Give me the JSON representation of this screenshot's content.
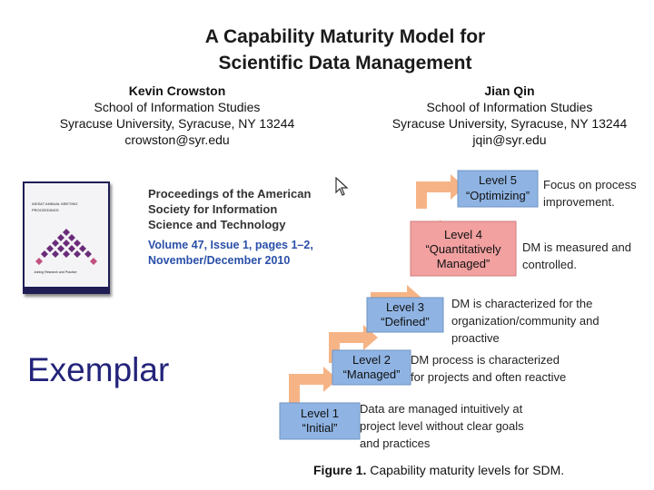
{
  "title": {
    "line1": "A Capability Maturity Model for",
    "line2": "Scientific Data Management"
  },
  "authors": [
    {
      "name": "Kevin Crowston",
      "school": "School of Information Studies",
      "university": "Syracuse University, Syracuse, NY 13244",
      "email": "crowston@syr.edu"
    },
    {
      "name": "Jian Qin",
      "school": "School of Information Studies",
      "university": "Syracuse University, Syracuse, NY 13244",
      "email": "jqin@syr.edu"
    }
  ],
  "cover": {
    "line1": "ASIS&T ANNUAL MEETING",
    "line2": "PROCEEDINGS",
    "line3": "Joining Research and Practice"
  },
  "proceedings": {
    "line1": "Proceedings of the American",
    "line2": "Society for Information",
    "line3": "Science and Technology",
    "volume_line": "Volume 47, Issue 1, pages 1–2,",
    "date_line": "November/December 2010"
  },
  "exemplar": "Exemplar",
  "levels": [
    {
      "name": "Level 1",
      "label": "“Initial”",
      "desc": [
        "Data are managed intuitively at",
        "project level without clear goals",
        "and practices"
      ],
      "color": "#8fb4e3"
    },
    {
      "name": "Level 2",
      "label": "“Managed”",
      "desc": [
        "DM process is characterized",
        "for projects and often reactive"
      ],
      "color": "#8fb4e3"
    },
    {
      "name": "Level 3",
      "label": "“Defined”",
      "desc": [
        "DM is characterized for the",
        "organization/community and",
        "proactive"
      ],
      "color": "#8fb4e3"
    },
    {
      "name": "Level 4",
      "label": "“Quantitatively",
      "label2": "Managed”",
      "desc": [
        "DM is measured and",
        "controlled."
      ],
      "color": "#f2a0a0"
    },
    {
      "name": "Level 5",
      "label": "“Optimizing”",
      "desc": [
        "Focus on process",
        "improvement."
      ],
      "color": "#8fb4e3"
    }
  ],
  "caption": {
    "label": "Figure 1.",
    "text": " Capability maturity levels for SDM."
  }
}
